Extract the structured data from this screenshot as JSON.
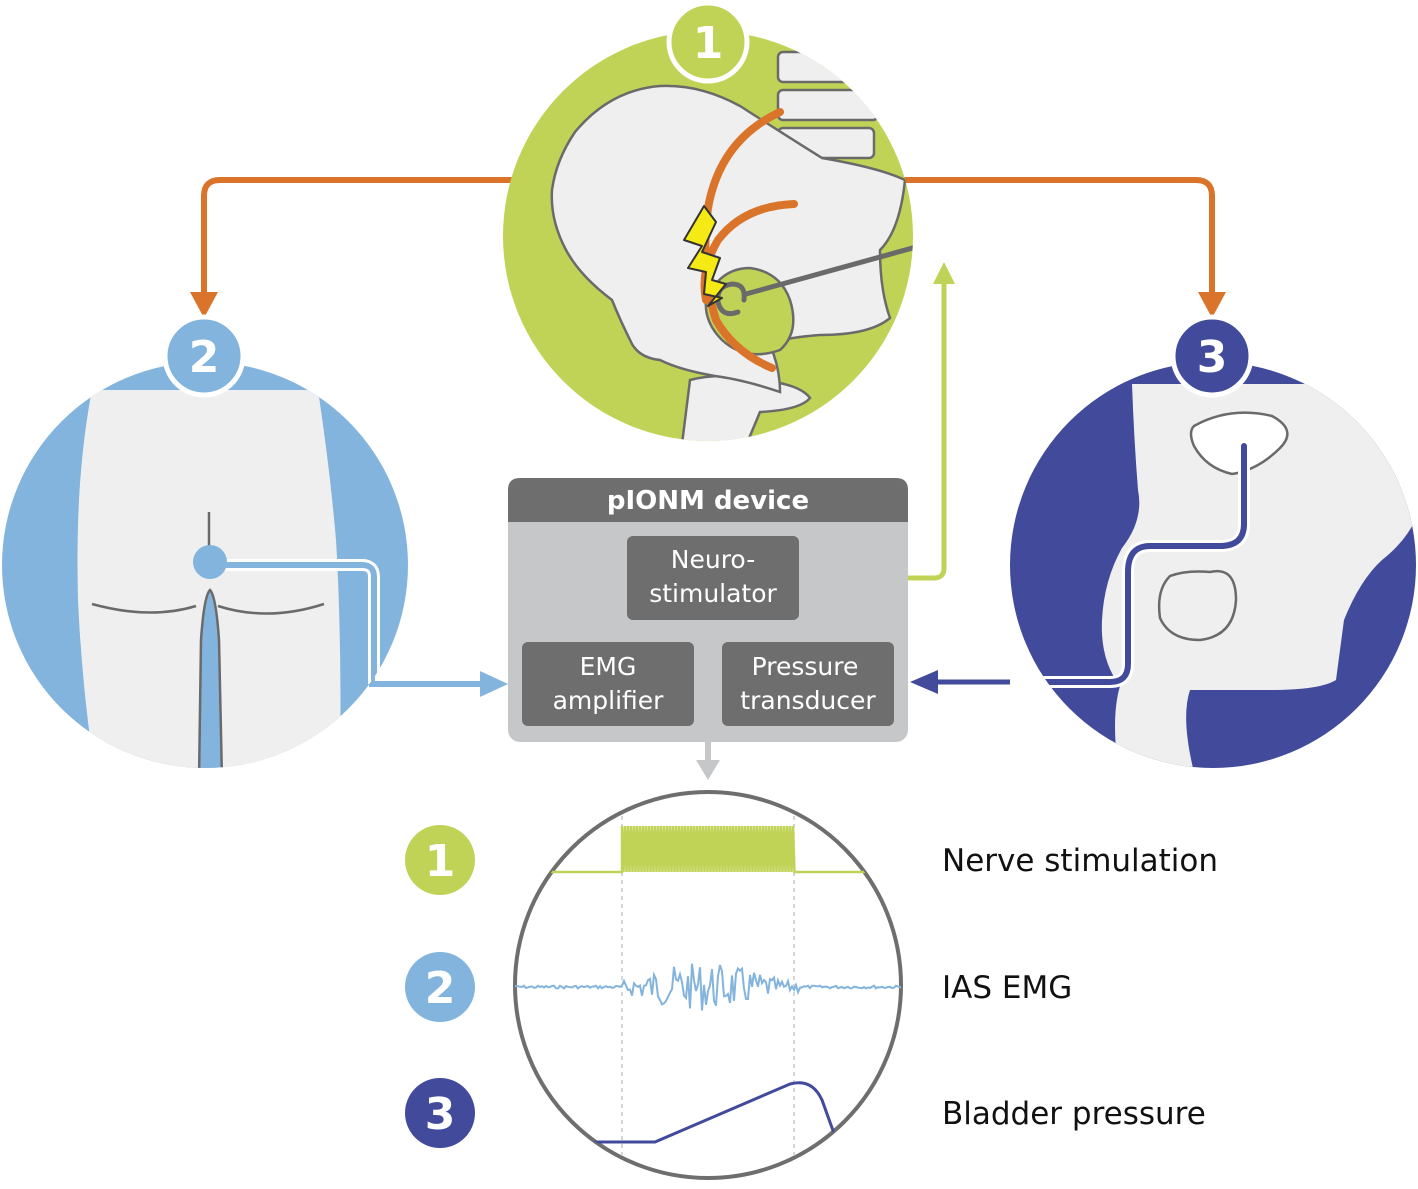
{
  "device": {
    "title": "pIONM device",
    "neurostimulator": [
      "Neuro-",
      "stimulator"
    ],
    "emg": [
      "EMG",
      "amplifier"
    ],
    "pressure": [
      "Pressure",
      "transducer"
    ]
  },
  "badges": {
    "one": "1",
    "two": "2",
    "three": "3"
  },
  "legend": [
    {
      "number": "1",
      "label": "Nerve stimulation"
    },
    {
      "number": "2",
      "label": "IAS EMG"
    },
    {
      "number": "3",
      "label": "Bladder pressure"
    }
  ],
  "colors": {
    "green": "#c1d356",
    "light_blue": "#83b4dd",
    "navy": "#414a9b",
    "orange": "#d9742a",
    "gray_dark": "#6e6e6e",
    "gray_light": "#c6c7c8",
    "anatomy": "#efefef",
    "outline": "#6a6a6a",
    "bolt": "#f5ea14"
  },
  "icons": [
    "lightning-bolt-icon",
    "stimulation-probe-icon",
    "emg-electrode-icon",
    "bladder-catheter-icon"
  ]
}
